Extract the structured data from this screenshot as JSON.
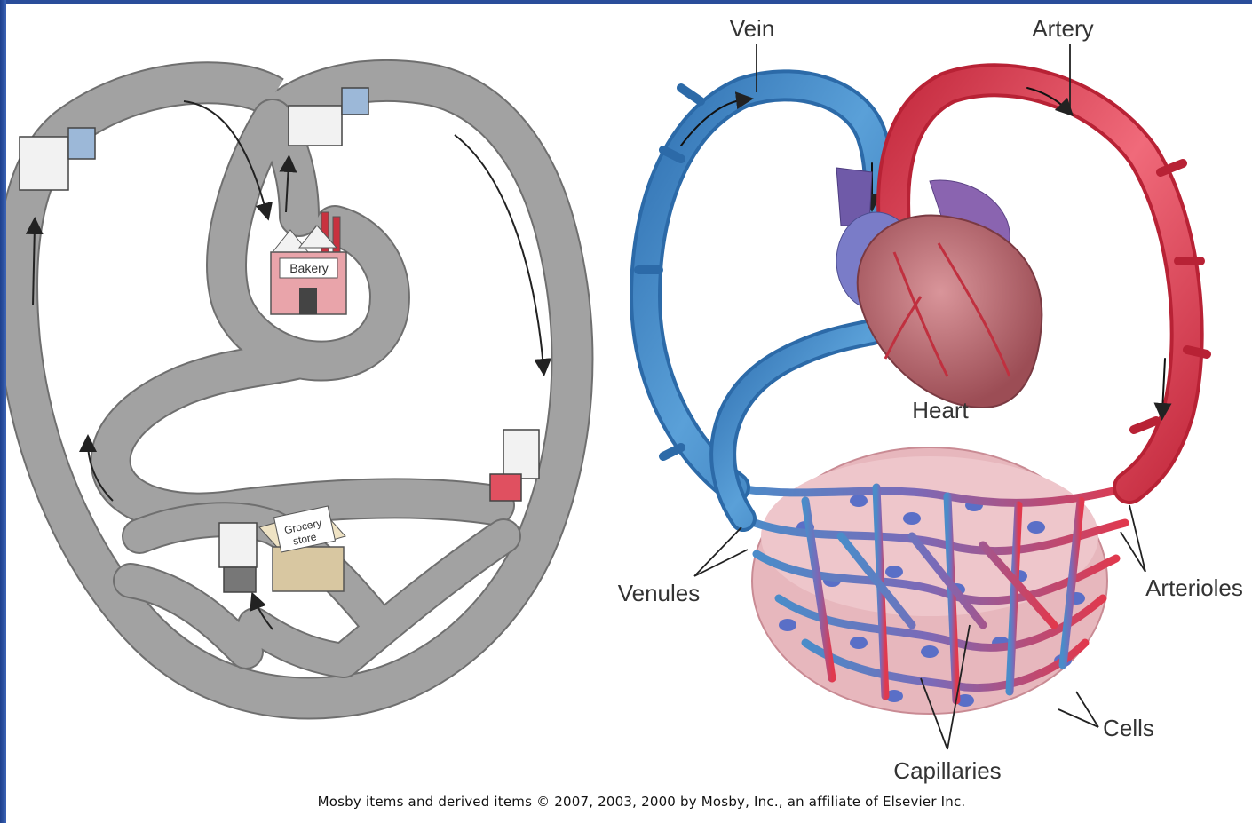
{
  "left_diagram": {
    "buildings": {
      "bakery": "Bakery",
      "grocery_line1": "Grocery",
      "grocery_line2": "store"
    }
  },
  "right_diagram": {
    "labels": {
      "vein": "Vein",
      "artery": "Artery",
      "heart": "Heart",
      "venules": "Venules",
      "arterioles": "Arterioles",
      "cells": "Cells",
      "capillaries": "Capillaries"
    }
  },
  "colors": {
    "road": "#9b9b9b",
    "road_edge": "#6f6f6f",
    "vein": "#4a8cc9",
    "artery": "#e0394e",
    "heart": "#b55f66",
    "tissue": "#e7b7bd",
    "cell_nucleus": "#5a6fc7",
    "frame": "#2a4d9a"
  },
  "footer": {
    "copyright": "Mosby items and derived items © 2007, 2003, 2000 by Mosby, Inc., an affiliate of Elsevier Inc."
  }
}
